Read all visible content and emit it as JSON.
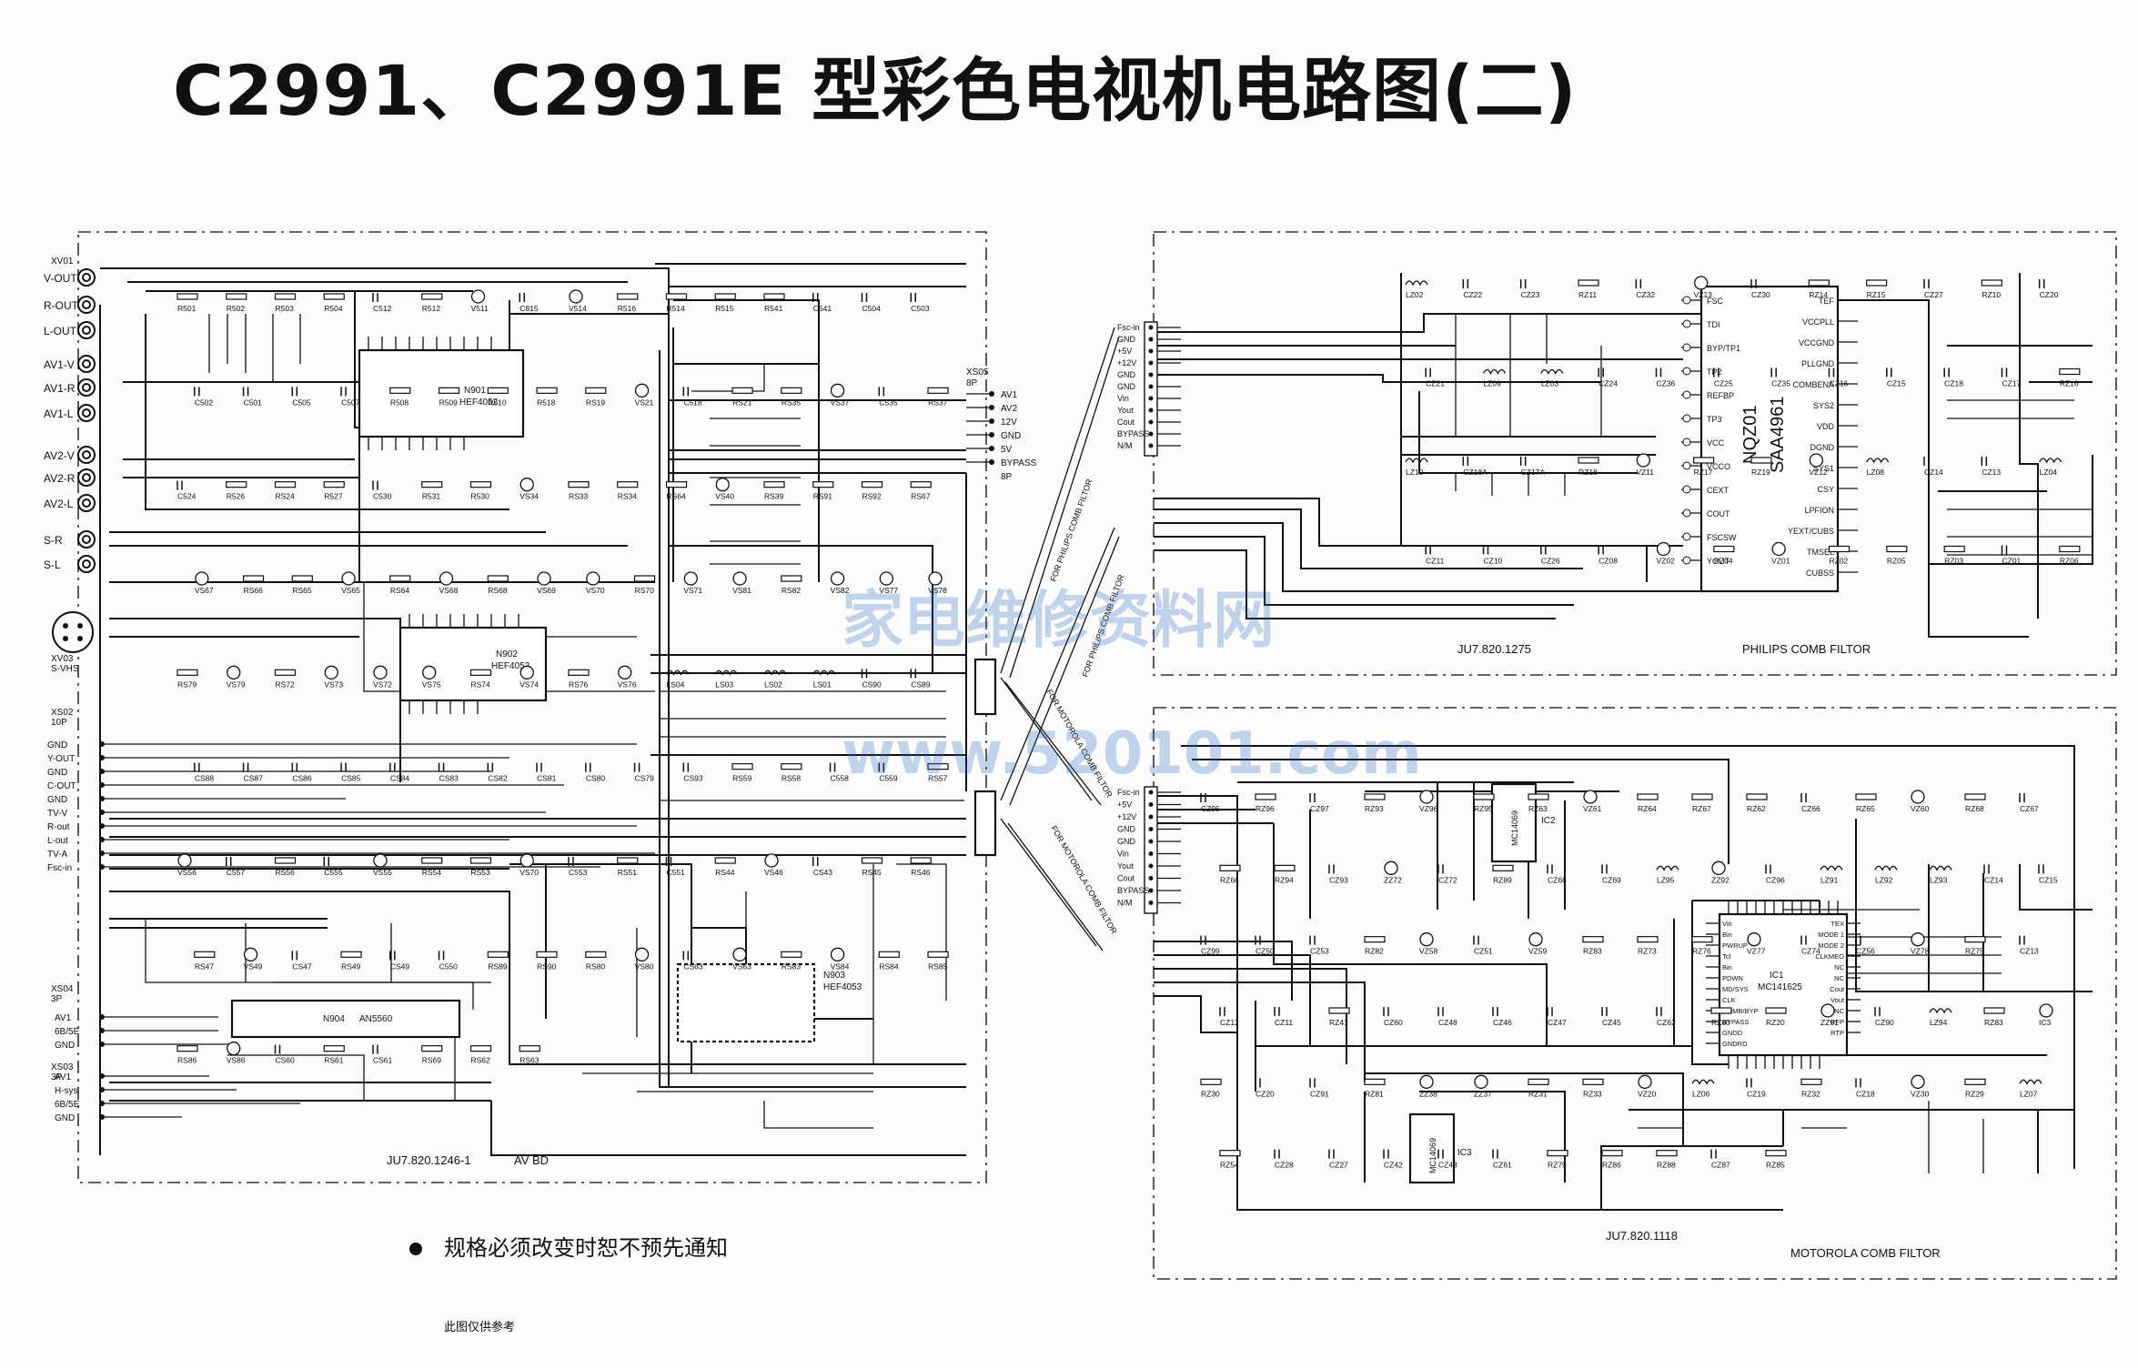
{
  "page": {
    "title": "C2991、C2991E 型彩色电视机电路图(二)",
    "note": "规格必须改变时恕不预先通知",
    "footnote": "此图仅供参考",
    "watermark_cn": "家电维修资料网",
    "watermark_url": "www.520101.com"
  },
  "boards": {
    "av": {
      "code": "JU7.820.1246-1",
      "name": "AV BD"
    },
    "philips": {
      "code": "JU7.820.1275",
      "name": "PHILIPS COMB FILTOR"
    },
    "motorola": {
      "code": "JU7.820.1118",
      "name": "MOTOROLA COMB FILTOR"
    }
  },
  "connectors": {
    "xv01": "XV01",
    "xv03": "XV03",
    "xv03_sub": "S-VHS",
    "xs02": "XS02",
    "xs02_pins": "10P",
    "xs03": "XS03",
    "xs03_pins": "3P",
    "xs04": "XS04",
    "xs04_pins": "3P",
    "xs05": "XS05",
    "xs05_pins": "8P"
  },
  "jacks": [
    "V-OUT",
    "R-OUT",
    "L-OUT",
    "AV1-V",
    "AV1-R",
    "AV1-L",
    "AV2-V",
    "AV2-R",
    "AV2-L",
    "S-R",
    "S-L"
  ],
  "xs02_labels": [
    "GND",
    "Y-OUT",
    "GND",
    "C-OUT",
    "GND",
    "TV-V",
    "R-out",
    "L-out",
    "TV-A",
    "Fsc-in"
  ],
  "xs04_labels": [
    "AV1",
    "6B/5E",
    "GND"
  ],
  "xs03_labels": [
    "AV1",
    "H-sys",
    "6B/5E",
    "GND"
  ],
  "xs05_labels": [
    "AV1",
    "AV2",
    "12V",
    "GND",
    "5V",
    "BYPASS",
    "8P"
  ],
  "ics": {
    "n901": {
      "ref": "N901",
      "part": "HEF4052"
    },
    "n902": {
      "ref": "N902",
      "part": "HEF4052"
    },
    "n903": {
      "ref": "N903",
      "part": "HEF4053"
    },
    "n904": {
      "ref": "N904",
      "part": "AN5560"
    },
    "nqz01": {
      "ref": "NQZ01",
      "part": "SAA4961"
    },
    "ic1": {
      "ref": "IC1",
      "part": "MC141625"
    },
    "ic2": {
      "ref": "IC2",
      "part": "MC14069"
    },
    "ic3": {
      "ref": "IC3",
      "part": "MC14069"
    }
  },
  "saa4961_pins_left": [
    "FSC",
    "TDI",
    "BYP/TP1",
    "TP2",
    "REFBP",
    "TP3",
    "VCC",
    "VCCO",
    "CEXT",
    "COUT",
    "FSCSW",
    "YOUT"
  ],
  "saa4961_pins_right": [
    "TEF",
    "VCCPLL",
    "VCCGND",
    "PLLGND",
    "COMBENA",
    "SYS2",
    "VDD",
    "DGND",
    "SYS1",
    "CSY",
    "LPFION",
    "YEXT/CUBS",
    "TMSEL",
    "CUBSS"
  ],
  "ic1_pins_left": [
    "Vin",
    "Bin",
    "PWRUP",
    "Tcl",
    "Bin",
    "PDWN",
    "MD/SYS",
    "CLK",
    "COMB/BYP",
    "BYPASS",
    "GNDD",
    "GNDRD"
  ],
  "ic1_pins_right": [
    "TEX",
    "MODE 1",
    "MODE 2",
    "CLKMEO",
    "NC",
    "NC",
    "Cout",
    "Vout",
    "NC",
    "RFP",
    "RTP"
  ],
  "philips_if": [
    "Fsc-in",
    "GND",
    "+5V",
    "+12V",
    "GND",
    "GND",
    "Vin",
    "Yout",
    "Cout",
    "BYPASS",
    "N/M"
  ],
  "motorola_if": [
    "Fsc-in",
    "+5V",
    "+12V",
    "GND",
    "GND",
    "Vin",
    "Yout",
    "Cout",
    "BYPASS",
    "N/M"
  ],
  "diag_labels": [
    "FOR PHILIPS COMB FILTOR",
    "FOR PHILIPS COMB FILTOR",
    "FOR MOTOROLA COMB FILTOR",
    "FOR MOTOROLA COMB FILTOR"
  ],
  "components_av": [
    "R501",
    "R502",
    "R503",
    "R504",
    "C512",
    "R512",
    "V511",
    "C815",
    "V514",
    "R516",
    "R514",
    "R515",
    "R541",
    "C541",
    "C504",
    "C503",
    "C502",
    "C501",
    "C505",
    "C507",
    "R508",
    "R509",
    "R510",
    "R518",
    "RS19",
    "VS21",
    "C518",
    "RS21",
    "RS35",
    "VS37",
    "C535",
    "RS37",
    "C524",
    "R526",
    "RS24",
    "R527",
    "C530",
    "R531",
    "R530",
    "VS34",
    "RS33",
    "RS34",
    "RS64",
    "VS40",
    "RS39",
    "RS91",
    "RS92",
    "RS67",
    "VS67",
    "RS66",
    "RS65",
    "VS65",
    "RS64",
    "VS68",
    "RS68",
    "VS69",
    "VS70",
    "RS70",
    "VS71",
    "VS81",
    "RS82",
    "VS82",
    "VS77",
    "VS78",
    "RS79",
    "VS79",
    "RS72",
    "VS73",
    "VS72",
    "VS75",
    "RS74",
    "VS74",
    "RS76",
    "VS76",
    "LS04",
    "LS03",
    "LS02",
    "LS01",
    "CS90",
    "CS89",
    "CS88",
    "CS87",
    "CS86",
    "CS85",
    "CS84",
    "CS83",
    "CS82",
    "CS81",
    "CS80",
    "CS79",
    "CS93",
    "RS59",
    "RS58",
    "C558",
    "C559",
    "RS57",
    "VS56",
    "C557",
    "RS56",
    "C555",
    "VS55",
    "RS54",
    "RS53",
    "VS70",
    "C553",
    "RS51",
    "C551",
    "RS44",
    "VS46",
    "CS43",
    "RS45",
    "RS46",
    "RS47",
    "VS49",
    "CS47",
    "RS49",
    "CS49",
    "C550",
    "RS89",
    "RS90",
    "RS80",
    "VS80",
    "CS63",
    "VS63",
    "RS83",
    "VS84",
    "RS84",
    "RS85",
    "RS86",
    "VS86",
    "CS60",
    "RS61",
    "CS61",
    "RS69",
    "RS62",
    "RS63"
  ],
  "components_philips": [
    "LZ02",
    "CZ22",
    "CZ23",
    "RZ11",
    "CZ32",
    "VZ13",
    "CZ30",
    "RZ14",
    "RZ15",
    "CZ27",
    "RZ10",
    "CZ20",
    "CZ21",
    "LZ09",
    "LZ03",
    "CZ24",
    "CZ36",
    "CZ25",
    "CZ35",
    "CZ16",
    "CZ15",
    "CZ18",
    "CZ17",
    "RZ16",
    "LZ10",
    "CZ18A",
    "CZ17A",
    "RZ18",
    "VZ11",
    "RZ17",
    "RZ19",
    "VZ12",
    "LZ08",
    "CZ14",
    "CZ13",
    "LZ04",
    "CZ11",
    "CZ10",
    "CZ26",
    "CZ08",
    "VZ02",
    "RZ04",
    "VZ01",
    "RZ02",
    "RZ05",
    "RZ03",
    "CZ01",
    "RZ06"
  ],
  "components_motorola": [
    "CZ95",
    "RZ96",
    "CZ97",
    "RZ93",
    "VZ96",
    "RZ95",
    "RZ63",
    "VZ61",
    "RZ64",
    "RZ67",
    "RZ62",
    "CZ66",
    "RZ65",
    "VZ60",
    "RZ68",
    "CZ67",
    "RZ66",
    "RZ94",
    "CZ93",
    "ZZ72",
    "CZ72",
    "RZ89",
    "CZ68",
    "CZ69",
    "LZ95",
    "ZZ92",
    "CZ96",
    "LZ91",
    "LZ92",
    "LZ93",
    "CZ14",
    "CZ15",
    "CZ99",
    "CZ50",
    "CZ53",
    "RZ82",
    "VZ58",
    "CZ51",
    "VZ59",
    "RZ83",
    "RZ73",
    "RZ76",
    "VZ77",
    "CZ74",
    "CZ56",
    "VZ78",
    "RZ75",
    "CZ13",
    "CZ12",
    "CZ11",
    "RZ41",
    "CZ60",
    "CZ48",
    "CZ46",
    "CZ47",
    "CZ45",
    "CZ62",
    "RZ80",
    "RZ20",
    "ZZ91",
    "CZ90",
    "LZ94",
    "RZ83",
    "IC3",
    "RZ30",
    "CZ20",
    "CZ91",
    "RZ81",
    "ZZ38",
    "ZZ37",
    "RZ31",
    "RZ33",
    "VZ20",
    "LZ06",
    "CZ19",
    "RZ32",
    "CZ18",
    "VZ30",
    "RZ29",
    "LZ07",
    "RZ54",
    "CZ28",
    "CZ27",
    "CZ42",
    "CZ43",
    "CZ61",
    "RZ79",
    "RZ86",
    "RZ88",
    "CZ87",
    "RZ85"
  ]
}
